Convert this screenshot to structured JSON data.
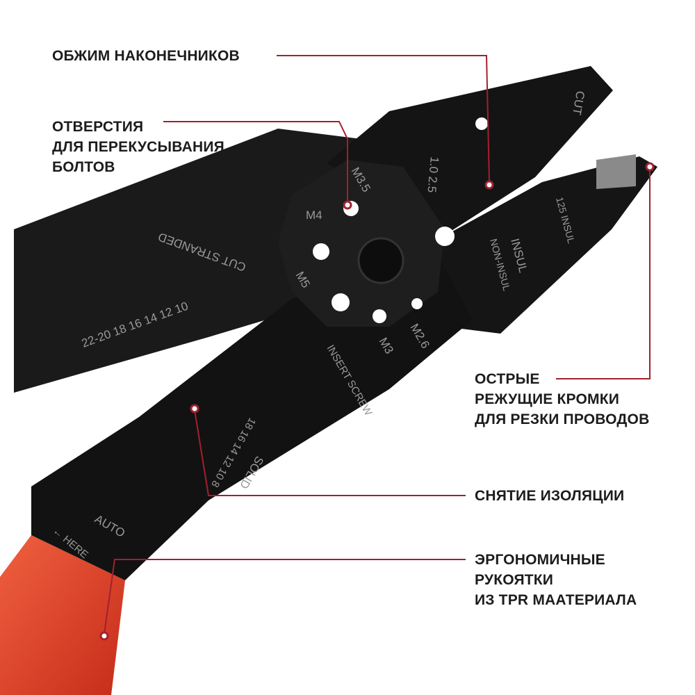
{
  "callouts": {
    "crimp": [
      "ОБЖИМ НАКОНЕЧНИКОВ"
    ],
    "bolt_holes": [
      "ОТВЕРСТИЯ",
      "ДЛЯ ПЕРЕКУСЫВАНИЯ",
      "БОЛТОВ"
    ],
    "cutting_edges": [
      "ОСТРЫЕ",
      "РЕЖУЩИЕ КРОМКИ",
      "ДЛЯ РЕЗКИ ПРОВОДОВ"
    ],
    "stripping": [
      "СНЯТИЕ ИЗОЛЯЦИИ"
    ],
    "handles": [
      "ЭРГОНОМИЧНЫЕ",
      "РУКОЯТКИ",
      "ИЗ TPR МААТЕРИАЛА"
    ]
  },
  "tool_markings": {
    "cut": "CUT",
    "gauge_10_25": "1.0   2.5",
    "insul": "INSUL",
    "non_insul": "NON-INSUL",
    "insul_125": "125 INSUL",
    "m35": "M3.5",
    "m4": "M4",
    "m5": "M5",
    "m3": "M3",
    "m26": "M2.6",
    "insert_screw": "INSERT SCREW",
    "cut_stranded": "CUT STRANDED",
    "stranded_gauges": "22-20 18 16 14 12 10",
    "solid": "SOLID",
    "solid_gauges": "18 16 14 12 10 8",
    "auto": "AUTO",
    "here": "← HERE"
  },
  "colors": {
    "accent": "#a3202f",
    "tool": "#161616",
    "handle": "#e2432a"
  }
}
